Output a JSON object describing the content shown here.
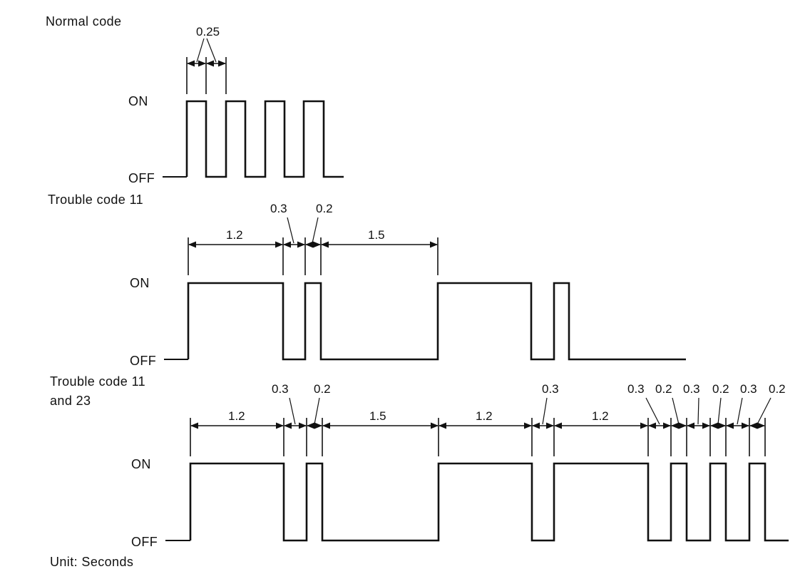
{
  "sections": [
    {
      "id": "normal",
      "title_lines": [
        "Normal code"
      ],
      "on_label": "ON",
      "off_label": "OFF",
      "dimension_labels": [
        "0.25"
      ]
    },
    {
      "id": "trouble11",
      "title_lines": [
        "Trouble code 11"
      ],
      "on_label": "ON",
      "off_label": "OFF",
      "dimension_labels": [
        "1.2",
        "0.3",
        "0.2",
        "1.5"
      ]
    },
    {
      "id": "trouble11and23",
      "title_lines": [
        "Trouble code 11",
        "and 23"
      ],
      "on_label": "ON",
      "off_label": "OFF",
      "dimension_labels": [
        "1.2",
        "0.3",
        "0.2",
        "1.5",
        "1.2",
        "0.3",
        "1.2",
        "0.3",
        "0.2",
        "0.3",
        "0.2",
        "0.3",
        "0.2"
      ]
    }
  ],
  "footer": {
    "unit_label": "Unit: Seconds"
  }
}
